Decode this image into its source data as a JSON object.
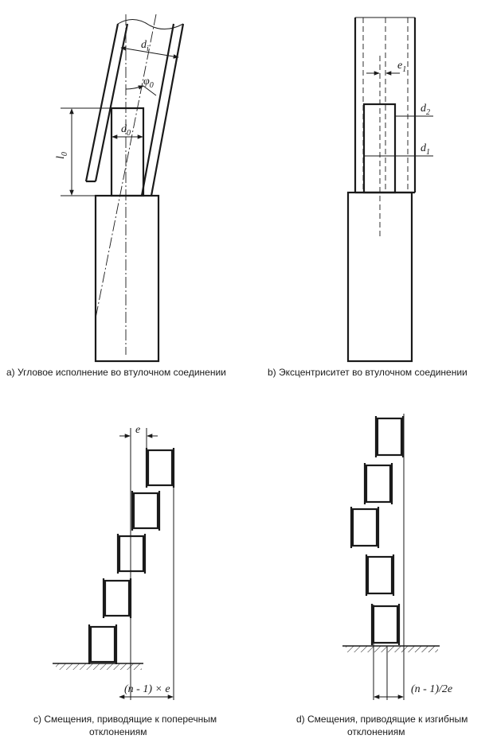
{
  "captions": {
    "a": "а) Угловое исполнение во втулочном соединении",
    "b": "b) Эксцентриситет во втулочном соединении",
    "c_line1": "с) Смещения, приводящие к поперечным",
    "c_line2": "отклонениям",
    "d_line1": "d) Смещения, приводящие к изгибным",
    "d_line2": "отклонениям"
  },
  "symbols": {
    "di": "d",
    "di_sub": "i",
    "phi0": "φ",
    "phi0_sub": "0",
    "d0": "d",
    "d0_sub": "0",
    "l0": "l",
    "l0_sub": "0",
    "e1": "e",
    "e1_sub": "1",
    "d2": "d",
    "d2_sub": "2",
    "d1": "d",
    "d1_sub": "1",
    "e": "e",
    "n1e": "(n - 1) × e",
    "n1_2e": "(n - 1)/2e"
  }
}
